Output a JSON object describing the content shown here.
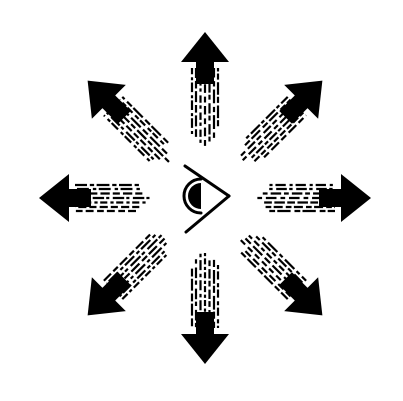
{
  "illustration": {
    "subject": "eye-icon",
    "arrow_icon": "dashed-arrow-icon",
    "arrow_count": 8,
    "arrow_directions": [
      "north",
      "north-east",
      "east",
      "south-east",
      "south",
      "south-west",
      "west",
      "north-west"
    ],
    "colors": {
      "background": "#ffffff",
      "ink": "#000000"
    }
  }
}
